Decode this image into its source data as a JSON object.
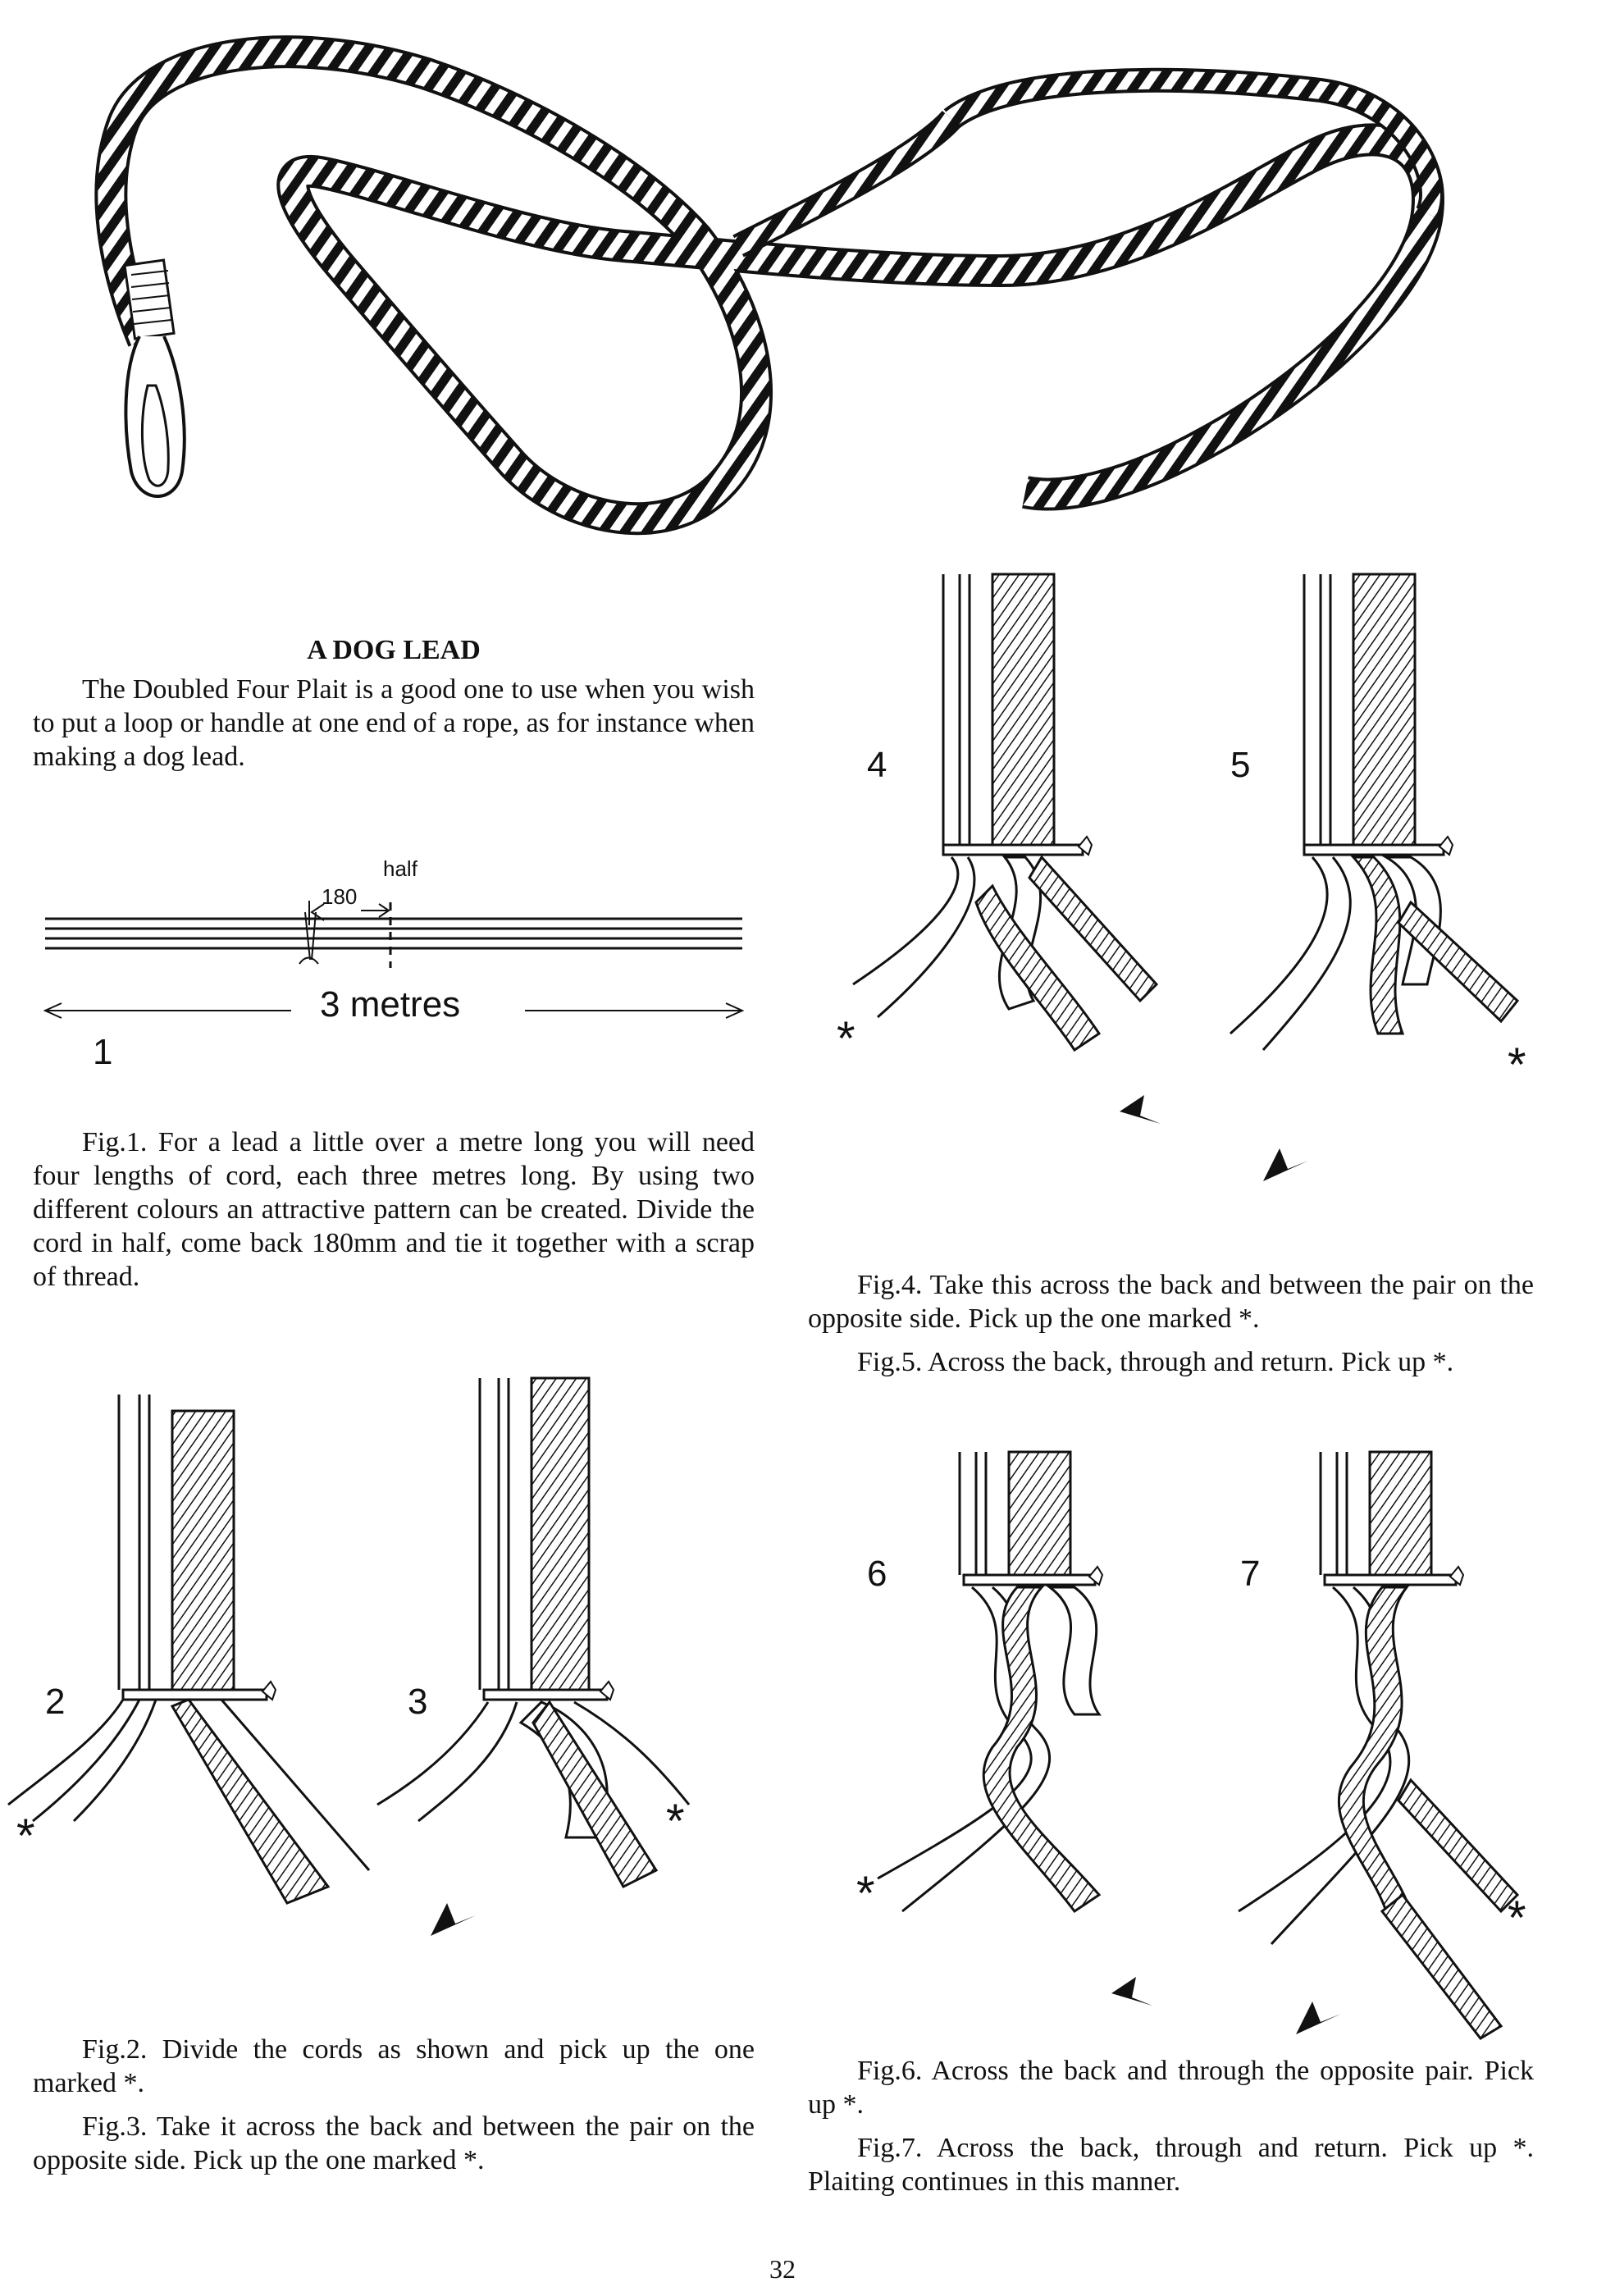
{
  "page": {
    "heading": "A DOG LEAD",
    "intro": "The Doubled Four Plait is a good one to use when you wish to put a loop or handle at one end of a rope, as for instance when making a dog lead.",
    "page_number": "32"
  },
  "figure1": {
    "number": "1",
    "label_half": "half",
    "label_180": "180",
    "label_length": "3 metres"
  },
  "figure_numbers": {
    "f2": "2",
    "f3": "3",
    "f4": "4",
    "f5": "5",
    "f6": "6",
    "f7": "7"
  },
  "marker": "*",
  "captions": {
    "fig1": "Fig.1. For a lead a little over a metre long you will need four lengths of cord, each three metres long. By using two different colours an attractive pattern can be created. Divide the cord in half, come back 180mm and tie it together with a scrap of thread.",
    "fig2": "Fig.2. Divide the cords as shown and pick up the one marked *.",
    "fig3": "Fig.3. Take it across the back and between the pair on the opposite side. Pick up the one marked *.",
    "fig4": "Fig.4. Take this across the back and between the pair on the opposite side. Pick up the one marked *.",
    "fig5": "Fig.5. Across the back, through and return. Pick up *.",
    "fig6": "Fig.6. Across the back and through the opposite pair. Pick up *.",
    "fig7": "Fig.7. Across the back, through and return. Pick up *. Plaiting continues in this manner."
  }
}
